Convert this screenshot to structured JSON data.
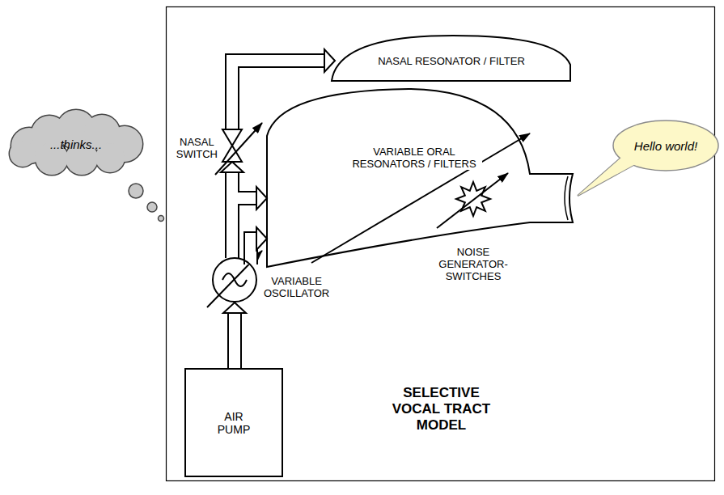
{
  "diagram": {
    "title": "SELECTIVE VOCAL TRACT MODEL",
    "nodes": [
      {
        "text": [
          "...thinks..."
        ]
      },
      {
        "text": [
          "NASAL RESONATOR / FILTER"
        ]
      },
      {
        "text": [
          "NASAL SWITCH"
        ]
      },
      {
        "text": [
          "VARIABLE ORAL RESONATORS / FILTERS"
        ]
      },
      {
        "text": [
          "NOISE GENERATOR-SWITCHES"
        ],
        "in": 3
      },
      {
        "text": [
          "Hello world!"
        ]
      },
      {
        "text": [
          "VARIABLE OSCILLATOR"
        ]
      },
      {
        "text": [
          "AIR PUMP"
        ]
      }
    ],
    "edges": [
      {
        "from": 7,
        "to": 6,
        "arrow": "to"
      },
      {
        "from": 6,
        "to": 2,
        "arrow": "to"
      },
      {
        "from": 2,
        "to": 1,
        "arrow": "to"
      },
      {
        "from": 6,
        "to": 3,
        "arrow": "to"
      },
      {
        "from": 6,
        "to": 3,
        "arrow": "to"
      }
    ]
  }
}
